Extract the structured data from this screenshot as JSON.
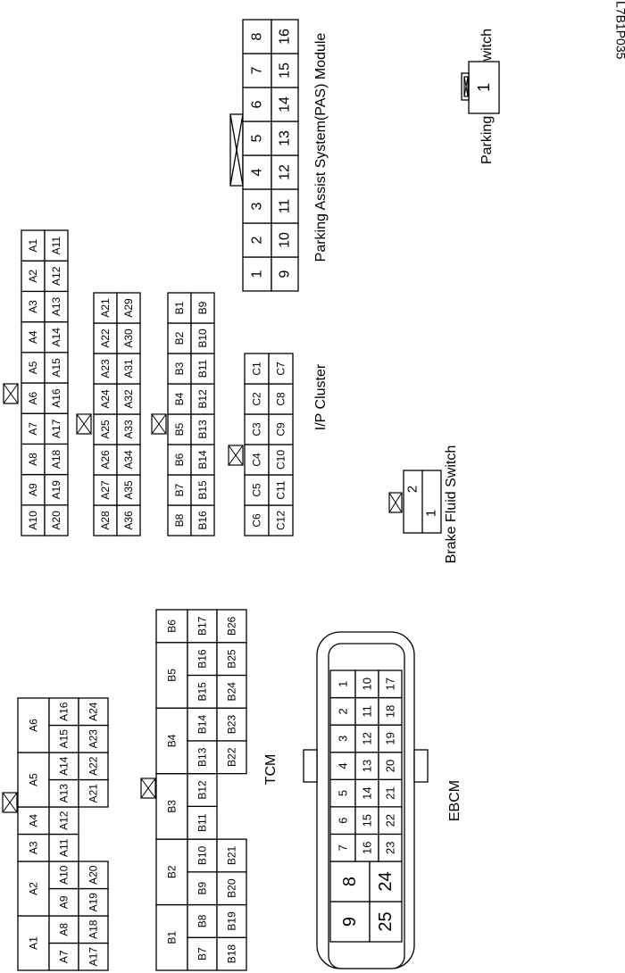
{
  "figure_id": "L7B1P035",
  "tcm": {
    "label": "TCM",
    "connector_a": {
      "groups": [
        "A1",
        "A2",
        "A3",
        "A4",
        "A5",
        "A6"
      ],
      "row1": [
        "A7",
        "A8",
        "A9",
        "A10",
        "A11",
        "A12",
        "A13",
        "A14",
        "A15",
        "A16"
      ],
      "row2": [
        "A17",
        "A18",
        "A19",
        "A20",
        "",
        "",
        "A21",
        "A22",
        "A23",
        "A24"
      ]
    },
    "connector_b": {
      "groups": [
        "B1",
        "B2",
        "B3",
        "B4",
        "B5",
        "B6"
      ],
      "row1": [
        "B7",
        "B8",
        "B9",
        "B10",
        "B11",
        "B12",
        "B13",
        "B14",
        "B15",
        "B16",
        "B17"
      ],
      "row2": [
        "B18",
        "B19",
        "B20",
        "B21",
        "",
        "",
        "B22",
        "B23",
        "B24",
        "B25",
        "B26"
      ]
    }
  },
  "ebcm": {
    "label": "EBCM",
    "large_top": [
      "9",
      "8"
    ],
    "large_bottom": [
      "25",
      "24"
    ],
    "row1": [
      "7",
      "6",
      "5",
      "4",
      "3",
      "2",
      "1"
    ],
    "row2": [
      "16",
      "15",
      "14",
      "13",
      "12",
      "11",
      "10"
    ],
    "row3": [
      "23",
      "22",
      "21",
      "20",
      "19",
      "18",
      "17"
    ]
  },
  "ip_cluster": {
    "label": "I/P Cluster",
    "a_row1": [
      "A10",
      "A9",
      "A8",
      "A7",
      "A6",
      "A5",
      "A4",
      "A3",
      "A2",
      "A1"
    ],
    "a_row2": [
      "A20",
      "A19",
      "A18",
      "A17",
      "A16",
      "A15",
      "A14",
      "A13",
      "A12",
      "A11"
    ],
    "a2_row1": [
      "A28",
      "A27",
      "A26",
      "A25",
      "A24",
      "A23",
      "A22",
      "A21"
    ],
    "a2_row2": [
      "A36",
      "A35",
      "A34",
      "A33",
      "A32",
      "A31",
      "A30",
      "A29"
    ],
    "b_row1": [
      "B8",
      "B7",
      "B6",
      "B5",
      "B4",
      "B3",
      "B2",
      "B1"
    ],
    "b_row2": [
      "B16",
      "B15",
      "B14",
      "B13",
      "B12",
      "B11",
      "B10",
      "B9"
    ],
    "c_row1": [
      "C6",
      "C5",
      "C4",
      "C3",
      "C2",
      "C1"
    ],
    "c_row2": [
      "C12",
      "C11",
      "C10",
      "C9",
      "C8",
      "C7"
    ]
  },
  "brake_fluid_switch": {
    "label": "Brake Fluid Switch",
    "pins": [
      "1",
      "2"
    ]
  },
  "parking_brake_switch": {
    "label": "Parking Brake Switch",
    "pin": "1"
  },
  "pas_module": {
    "label": "Parking Assist System(PAS) Module",
    "row1": [
      "1",
      "2",
      "3",
      "4",
      "5",
      "6",
      "7",
      "8"
    ],
    "row2": [
      "9",
      "10",
      "11",
      "12",
      "13",
      "14",
      "15",
      "16"
    ]
  }
}
